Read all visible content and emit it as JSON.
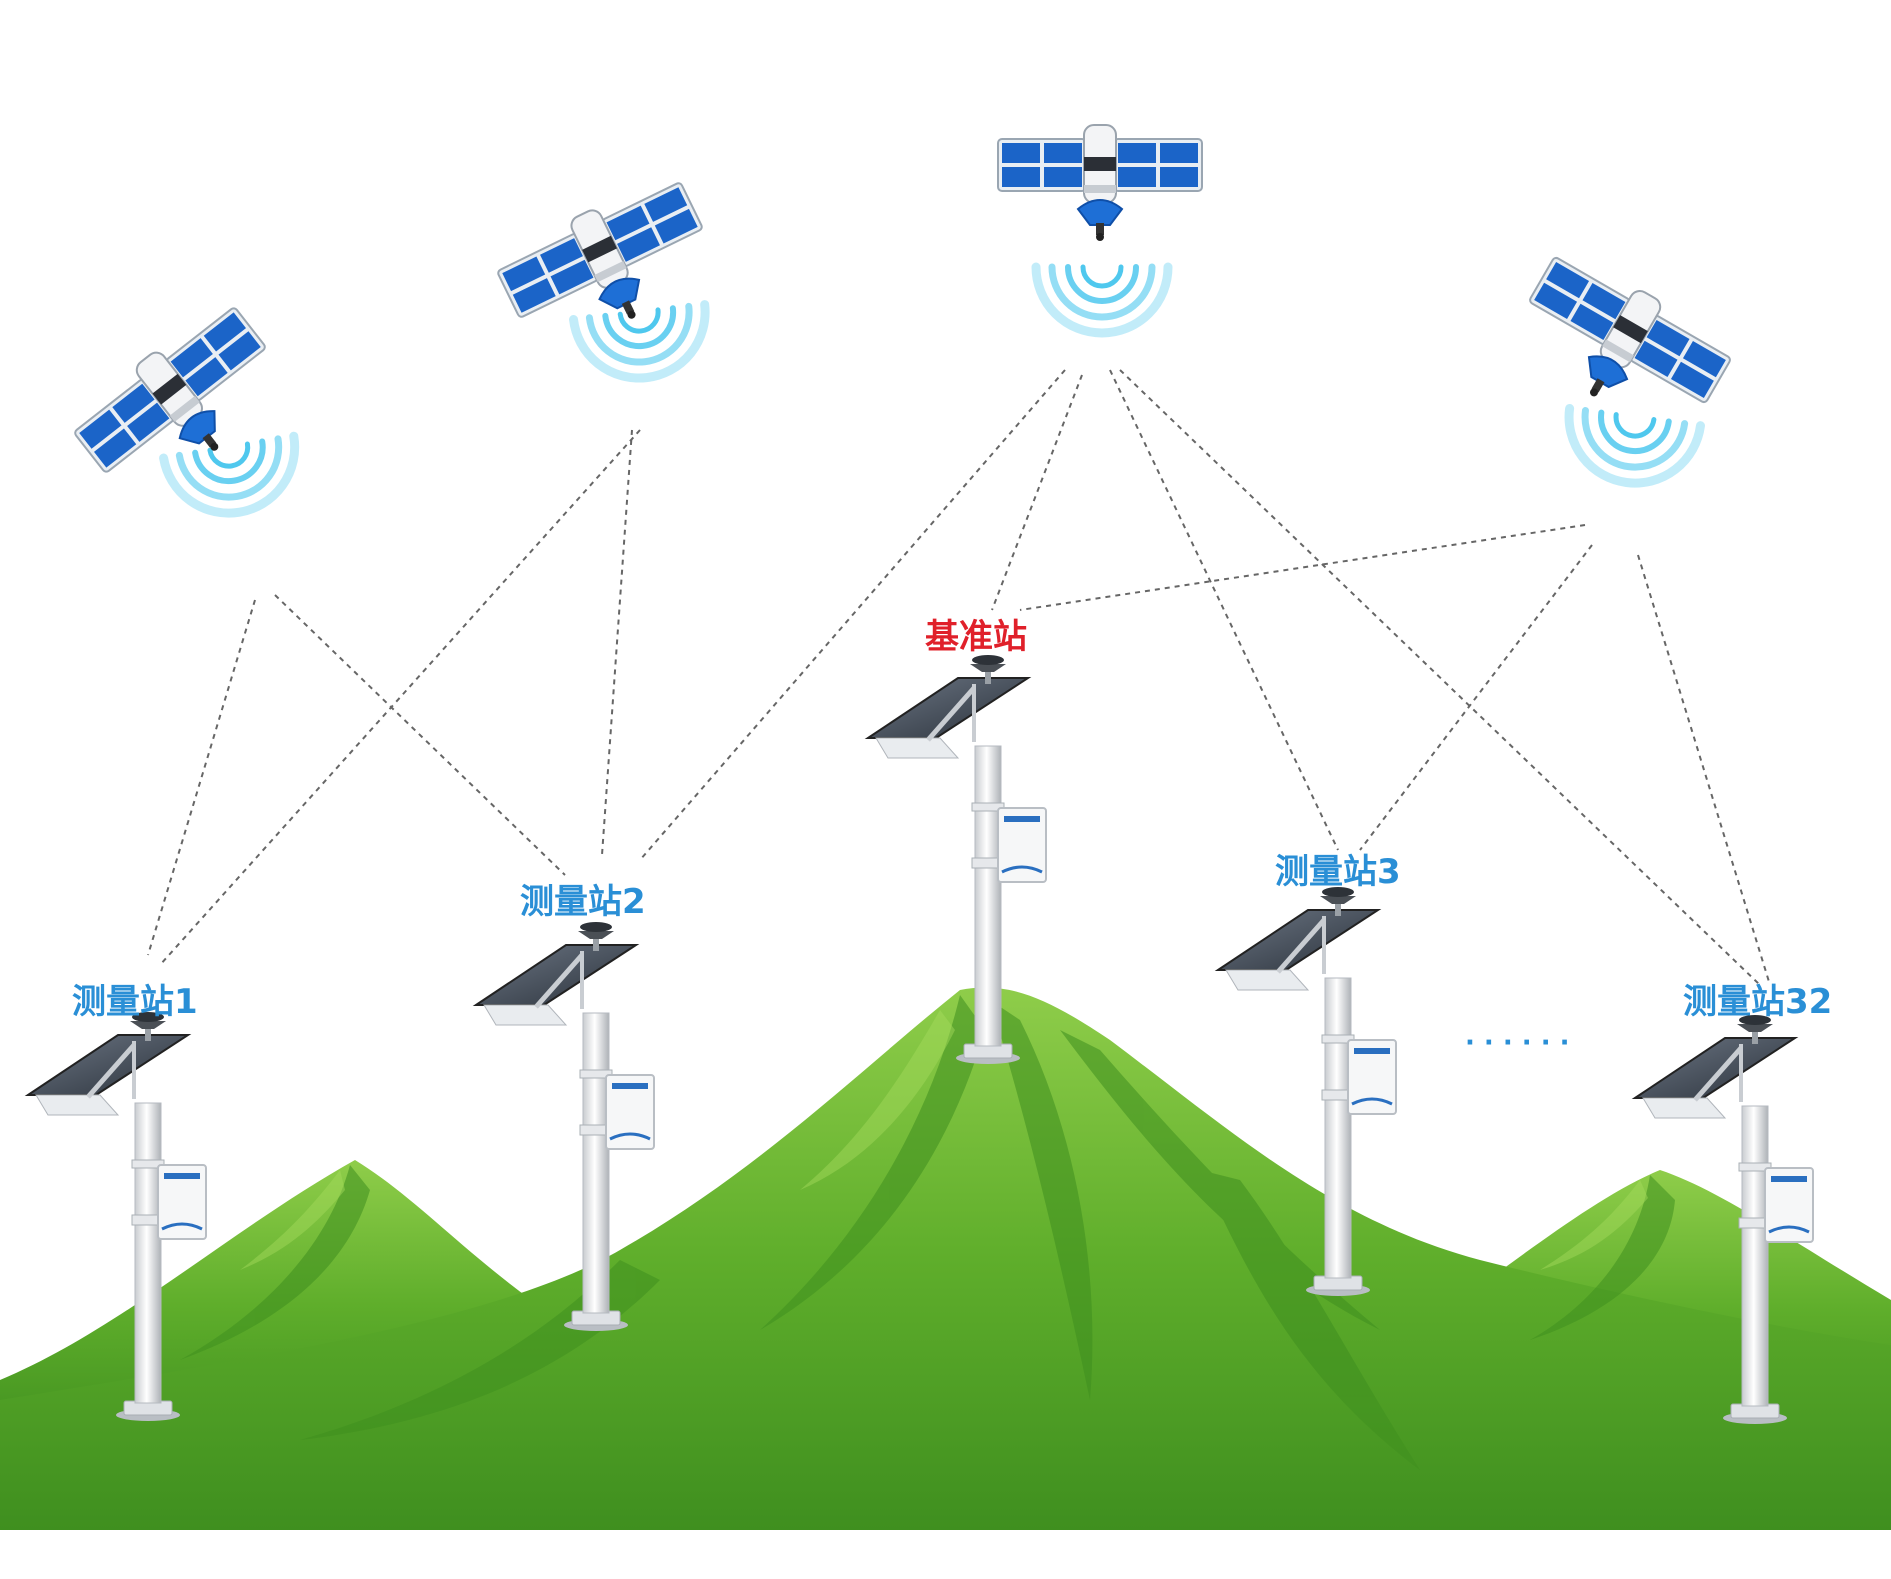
{
  "colors": {
    "base_label": "#e0202a",
    "station_label": "#2a8fd6",
    "mountain_dark": "#3f8f1f",
    "mountain_mid": "#5fae2b",
    "mountain_light": "#8fcd4a",
    "panel_blue": "#1b64c8",
    "signal_cyan": "#4fc8ee",
    "link_line": "#666666"
  },
  "base_station": {
    "label": "基准站"
  },
  "stations": [
    {
      "label": "测量站1"
    },
    {
      "label": "测量站2"
    },
    {
      "label": "测量站3"
    },
    {
      "label": "测量站32"
    }
  ],
  "ellipsis": "· · · · · ·",
  "icons": {
    "satellite": "satellite-icon",
    "signal": "signal-waves-icon",
    "station": "monitoring-station-icon",
    "mountain": "mountain-icon"
  }
}
